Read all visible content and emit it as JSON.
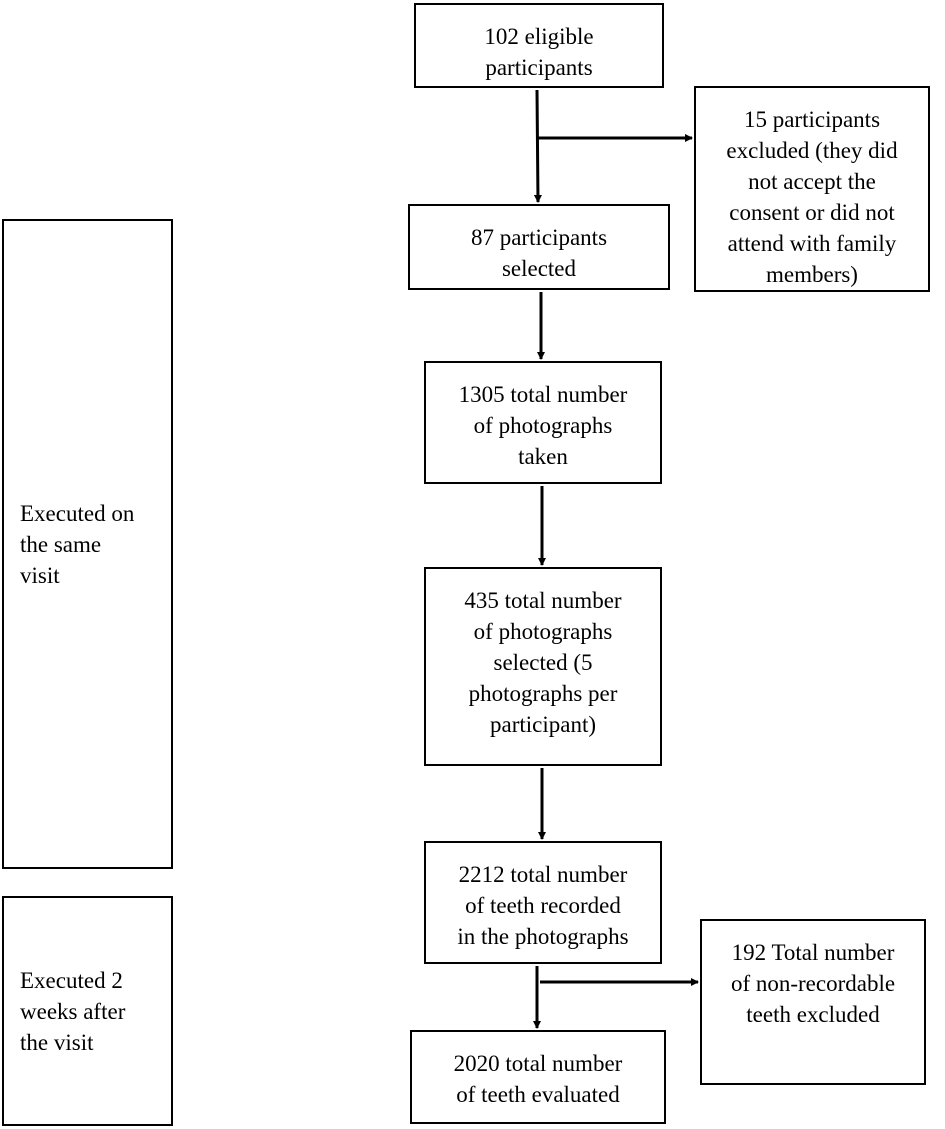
{
  "flow": {
    "eligible": "102 eligible\nparticipants",
    "excluded_participants": "15 participants\nexcluded (they did\nnot accept the\nconsent or did not\nattend with family\nmembers)",
    "selected": "87 participants\nselected",
    "photos_taken": "1305 total number\nof photographs\ntaken",
    "photos_selected": "435 total number\nof photographs\nselected (5\nphotographs per\nparticipant)",
    "teeth_recorded": "2212 total number\nof teeth recorded\nin the photographs",
    "teeth_excluded": "192 Total number\nof non-recordable\nteeth excluded",
    "teeth_evaluated": "2020 total number\nof teeth evaluated"
  },
  "phases": {
    "same_visit": "Executed on\nthe same\nvisit",
    "two_weeks": "Executed 2\nweeks after\nthe visit"
  }
}
